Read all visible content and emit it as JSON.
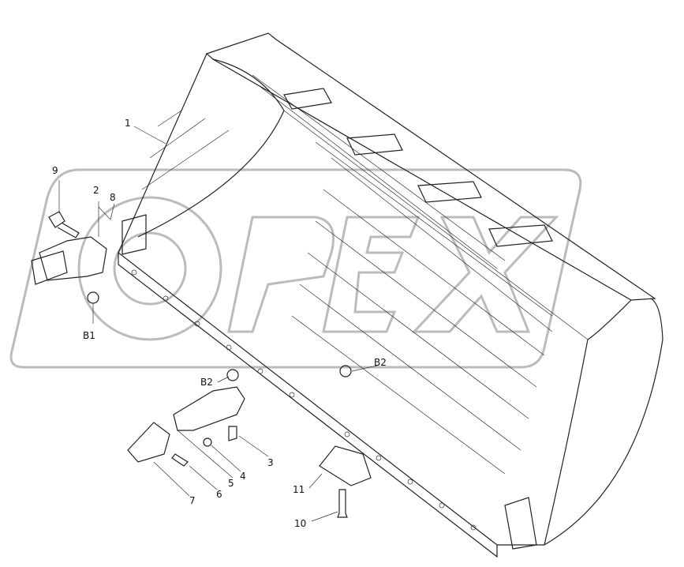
{
  "diagram": {
    "watermark": "OPEX",
    "callouts": [
      {
        "id": "c1",
        "text": "1"
      },
      {
        "id": "c9",
        "text": "9"
      },
      {
        "id": "c2",
        "text": "2"
      },
      {
        "id": "c8",
        "text": "8"
      },
      {
        "id": "cB1",
        "text": "B1"
      },
      {
        "id": "cB2a",
        "text": "B2"
      },
      {
        "id": "cB2b",
        "text": "B2"
      },
      {
        "id": "c3",
        "text": "3"
      },
      {
        "id": "c4",
        "text": "4"
      },
      {
        "id": "c5",
        "text": "5"
      },
      {
        "id": "c6",
        "text": "6"
      },
      {
        "id": "c7",
        "text": "7"
      },
      {
        "id": "c11",
        "text": "11"
      },
      {
        "id": "c10",
        "text": "10"
      }
    ]
  }
}
